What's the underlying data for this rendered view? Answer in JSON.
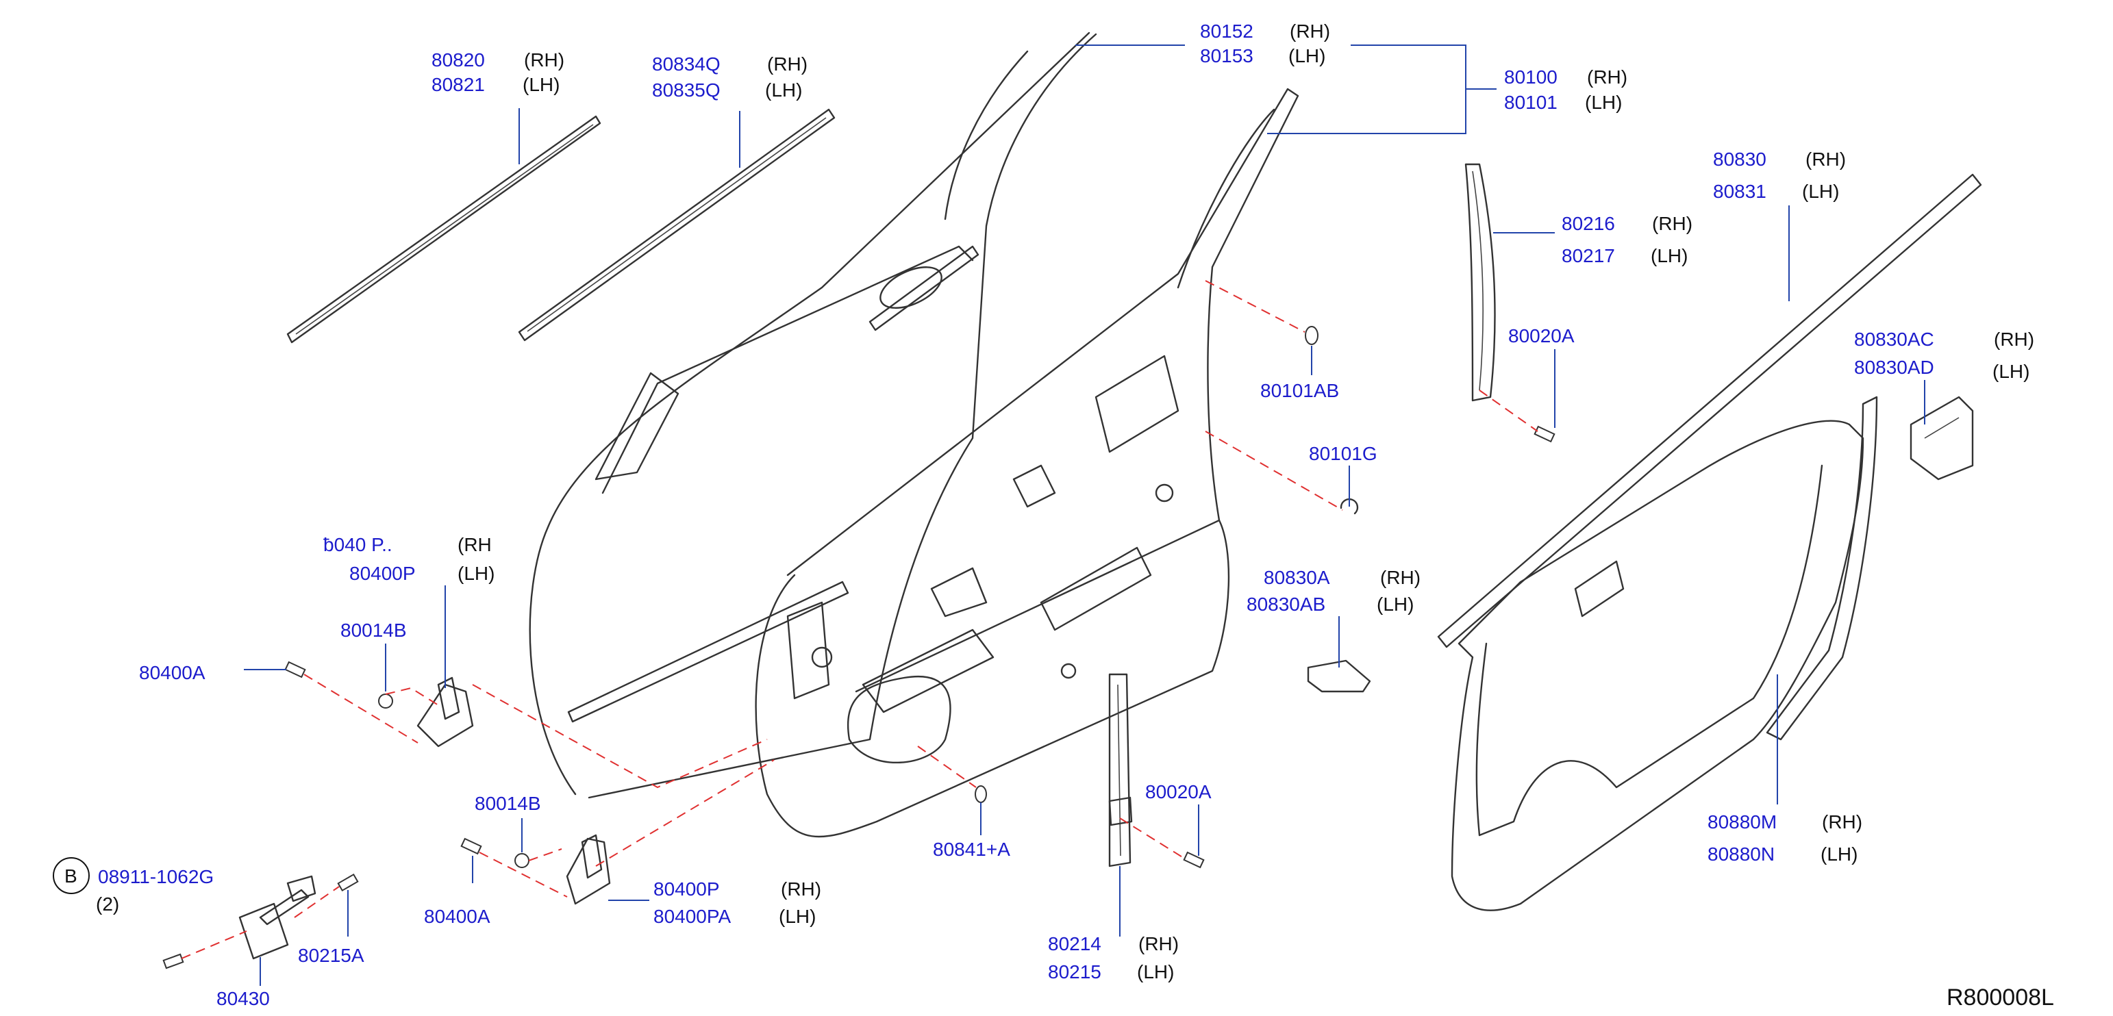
{
  "labels": {
    "l80820": "80820",
    "l80821": "80821",
    "l80834Q": "80834Q",
    "l80835Q": "80835Q",
    "l80152": "80152",
    "l80153": "80153",
    "l80100": "80100",
    "l80101": "80101",
    "l80830": "80830",
    "l80831": "80831",
    "l80216": "80216",
    "l80217": "80217",
    "l80020A_top": "80020A",
    "l80101AB": "80101AB",
    "l80830AC": "80830AC",
    "l80830AD": "80830AD",
    "l80101G": "80101G",
    "l80830A": "80830A",
    "l80830AB": "80830AB",
    "l8040P_partial": "ƀ040  P..",
    "l80400P_top": "80400P",
    "l80014B_top": "80014B",
    "l80400A_top": "80400A",
    "l80014B_bot": "80014B",
    "l80400A_bot": "80400A",
    "l80400P_bot": "80400P",
    "l80400PA": "80400PA",
    "l80841A": "80841+A",
    "l80020A_bot": "80020A",
    "l80214": "80214",
    "l80215": "80215",
    "l80880M": "80880M",
    "l80880N": "80880N",
    "l08911": "08911-1062G",
    "l80215A": "80215A",
    "l80430": "80430"
  },
  "sides": {
    "s80820": "(RH)",
    "s80821": "(LH)",
    "s80834Q": "(RH)",
    "s80835Q": "(LH)",
    "s80152": "(RH)",
    "s80153": "(LH)",
    "s80100": "(RH)",
    "s80101": "(LH)",
    "s80830": "(RH)",
    "s80831": "(LH)",
    "s80216": "(RH)",
    "s80217": "(LH)",
    "s80830AC": "(RH)",
    "s80830AD": "(LH)",
    "s80830A": "(RH)",
    "s80830AB": "(LH)",
    "s8040P_partial": "(RH",
    "s80400P_top": "(LH)",
    "s80400P_bot": "(RH)",
    "s80400PA": "(LH)",
    "s80214": "(RH)",
    "s80215": "(LH)",
    "s80880M": "(RH)",
    "s80880N": "(LH)"
  },
  "callout_b": {
    "letter": "B",
    "qty": "(2)"
  },
  "reference": "R800008L",
  "colors": {
    "part_number": "#1c1ccc",
    "dashed_leader": "#e03030",
    "leader": "#2244aa",
    "outline": "#333333"
  }
}
